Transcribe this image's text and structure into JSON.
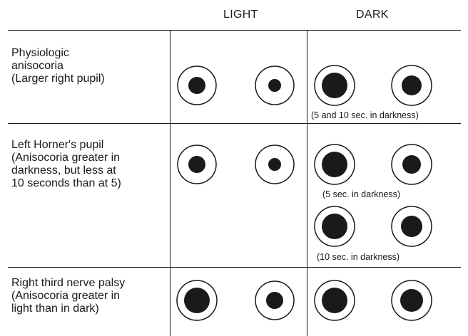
{
  "headers": {
    "light": "LIGHT",
    "dark": "DARK"
  },
  "rows": [
    {
      "label": "Physiologic\nanisocoria\n(Larger right pupil)",
      "captions": [
        "(5 and 10 sec. in darkness)"
      ]
    },
    {
      "label": "Left Horner's pupil\n(Anisocoria greater in\ndarkness, but less at\n10 seconds than at 5)",
      "captions": [
        "(5 sec. in darkness)",
        "(10 sec. in darkness)"
      ]
    },
    {
      "label": "Right third nerve palsy\n(Anisocoria greater in\nlight than in dark)",
      "captions": []
    }
  ]
}
